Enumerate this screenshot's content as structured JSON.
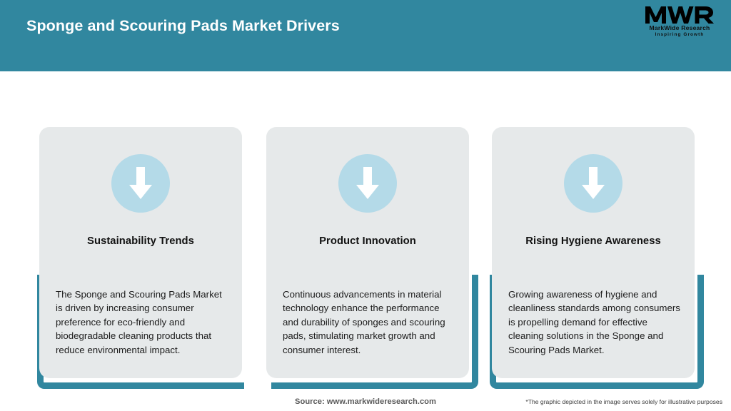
{
  "header": {
    "title": "Sponge and Scouring Pads Market Drivers",
    "bg_color": "#31879F",
    "title_color": "#FFFFFF"
  },
  "logo": {
    "mark": "MWR",
    "name": "MarkWide Research",
    "tagline": "Inspiring Growth"
  },
  "cards": [
    {
      "icon": "arrow-down-icon",
      "title": "Sustainability Trends",
      "body": "The Sponge and Scouring Pads Market is driven by increasing consumer preference for eco-friendly and biodegradable cleaning products that reduce environmental impact."
    },
    {
      "icon": "arrow-down-icon",
      "title": "Product Innovation",
      "body": "Continuous advancements in material technology enhance the performance and durability of sponges and scouring pads, stimulating market growth and consumer interest."
    },
    {
      "icon": "arrow-down-icon",
      "title": "Rising Hygiene Awareness",
      "body": "Growing awareness of hygiene and cleanliness standards among consumers is propelling demand for effective cleaning solutions in the Sponge and Scouring Pads Market."
    }
  ],
  "footer": {
    "source": "Source: www.markwideresearch.com",
    "disclaimer": "*The graphic depicted in the image serves solely for illustrative purposes"
  },
  "colors": {
    "accent_teal": "#31879F",
    "card_bg": "#E6E9EA",
    "icon_circle": "#B4DAE8",
    "arrow": "#FFFFFF"
  }
}
